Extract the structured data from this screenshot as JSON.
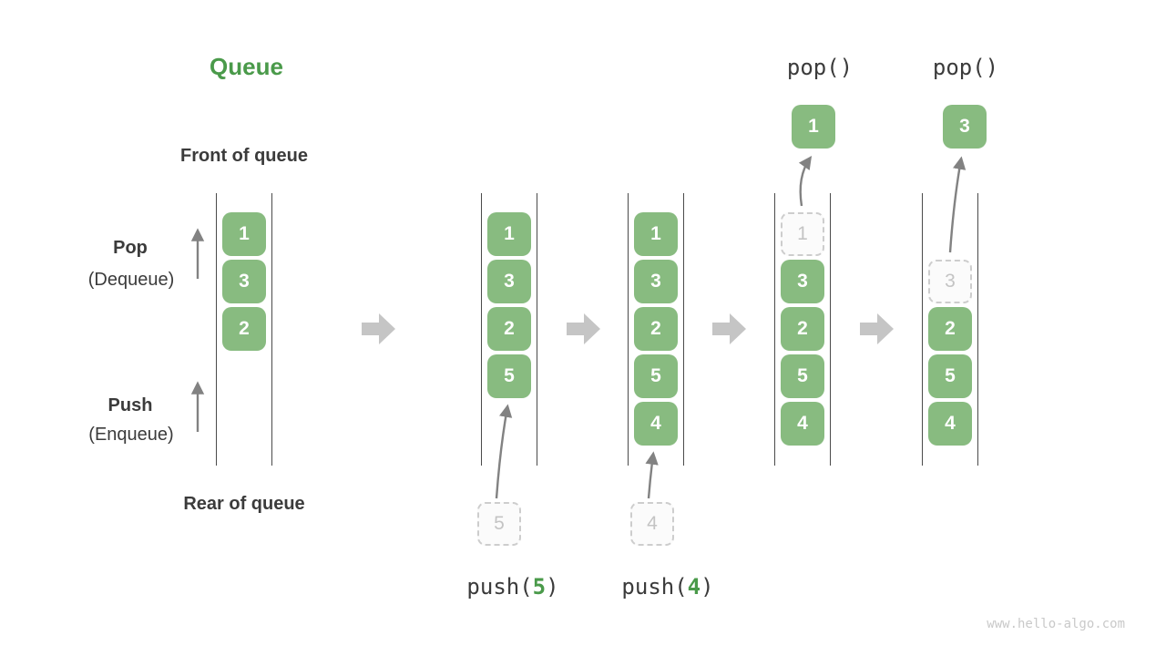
{
  "header": {
    "title": "Queue"
  },
  "labels": {
    "front_of_queue": "Front of queue",
    "rear_of_queue": "Rear of queue",
    "pop": "Pop",
    "pop_subtitle": "(Dequeue)",
    "push": "Push",
    "push_subtitle": "(Enqueue)"
  },
  "watermark": "www.hello-algo.com",
  "colors": {
    "accent_green": "#4a9a4a",
    "cell_green": "#88bb80",
    "text_dark": "#3b3b3b",
    "muted_gray": "#c4c4c4"
  },
  "columns": [
    {
      "id": "state-initial",
      "cells": [
        {
          "slot": 0,
          "value": "1",
          "style": "solid"
        },
        {
          "slot": 1,
          "value": "3",
          "style": "solid"
        },
        {
          "slot": 2,
          "value": "2",
          "style": "solid"
        }
      ]
    },
    {
      "id": "state-after-push-5",
      "cells": [
        {
          "slot": 0,
          "value": "1",
          "style": "solid"
        },
        {
          "slot": 1,
          "value": "3",
          "style": "solid"
        },
        {
          "slot": 2,
          "value": "2",
          "style": "solid"
        },
        {
          "slot": 3,
          "value": "5",
          "style": "solid"
        }
      ],
      "staging_value": "5",
      "operation": {
        "prefix": "push(",
        "arg": "5",
        "suffix": ")"
      }
    },
    {
      "id": "state-after-push-4",
      "cells": [
        {
          "slot": 0,
          "value": "1",
          "style": "solid"
        },
        {
          "slot": 1,
          "value": "3",
          "style": "solid"
        },
        {
          "slot": 2,
          "value": "2",
          "style": "solid"
        },
        {
          "slot": 3,
          "value": "5",
          "style": "solid"
        },
        {
          "slot": 4,
          "value": "4",
          "style": "solid"
        }
      ],
      "staging_value": "4",
      "operation": {
        "prefix": "push(",
        "arg": "4",
        "suffix": ")"
      }
    },
    {
      "id": "state-after-pop-1",
      "cells": [
        {
          "slot": 0,
          "value": "1",
          "style": "dashed"
        },
        {
          "slot": 1,
          "value": "3",
          "style": "solid"
        },
        {
          "slot": 2,
          "value": "2",
          "style": "solid"
        },
        {
          "slot": 3,
          "value": "5",
          "style": "solid"
        },
        {
          "slot": 4,
          "value": "4",
          "style": "solid"
        }
      ],
      "popped_value": "1",
      "operation_label": "pop()"
    },
    {
      "id": "state-after-pop-3",
      "cells": [
        {
          "slot": 1,
          "value": "3",
          "style": "dashed"
        },
        {
          "slot": 2,
          "value": "2",
          "style": "solid"
        },
        {
          "slot": 3,
          "value": "5",
          "style": "solid"
        },
        {
          "slot": 4,
          "value": "4",
          "style": "solid"
        }
      ],
      "popped_value": "3",
      "operation_label": "pop()"
    }
  ]
}
